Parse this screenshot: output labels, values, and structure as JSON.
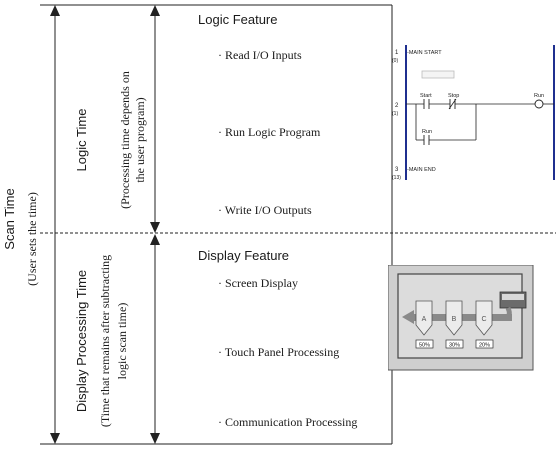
{
  "scan_time": {
    "title": "Scan Time",
    "subtitle": "(User sets the time)"
  },
  "logic_time": {
    "title": "Logic Time",
    "subtitle_line1": "(Processing time depends on",
    "subtitle_line2": "the user program)"
  },
  "display_time": {
    "title": "Display Processing Time",
    "subtitle_line1": "(Time that remains after subtracting",
    "subtitle_line2": "logic scan time)"
  },
  "logic_feature": {
    "heading": "Logic Feature",
    "items": [
      "· Read I/O Inputs",
      "· Run Logic Program",
      "· Write I/O Outputs"
    ]
  },
  "display_feature": {
    "heading": "Display Feature",
    "items": [
      "· Screen Display",
      "· Touch Panel Processing",
      "· Communication Processing"
    ]
  },
  "ladder": {
    "rung1_num": "1",
    "rung1_addr": "(0)",
    "rung1_label": "-MAIN START",
    "rung2_num": "2",
    "rung2_addr": "(1)",
    "contact_start": "Start",
    "contact_stop": "Stop",
    "contact_run": "Run",
    "coil_run": "Run",
    "rung3_num": "3",
    "rung3_addr": "(13)",
    "rung3_label": "-MAIN END"
  },
  "screen_image": {
    "tanks": [
      "A",
      "B",
      "C"
    ],
    "values": [
      "50%",
      "30%",
      "20%"
    ]
  }
}
